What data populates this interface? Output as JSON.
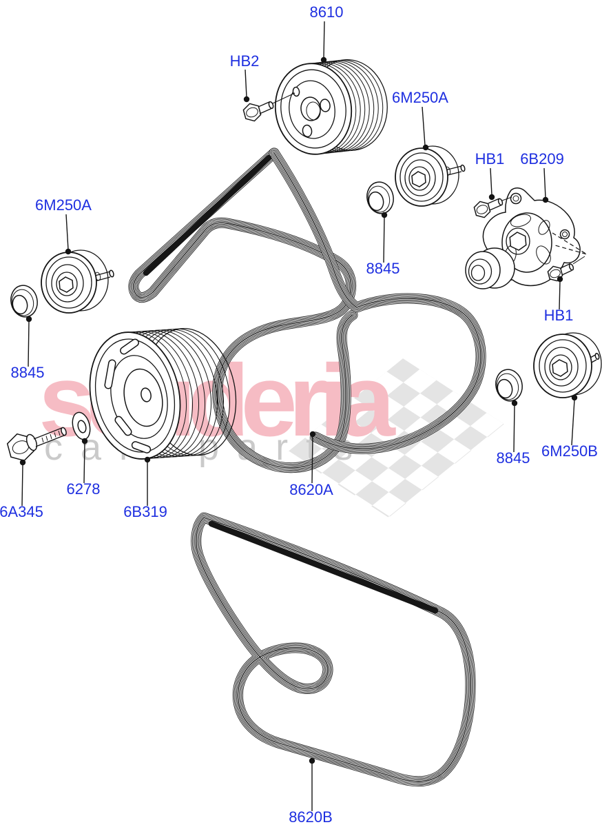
{
  "watermark": {
    "brand": "scuderia",
    "subtitle": "car parts"
  },
  "colors": {
    "label": "#1e2fe0",
    "line_art": "#141414",
    "watermark_brand": "#f6bcc4",
    "watermark_subtitle": "#cacaca",
    "checker": "#e4e4e4"
  },
  "labels": {
    "items": [
      {
        "text": "8610"
      },
      {
        "text": "HB2"
      },
      {
        "text": "6M250A"
      },
      {
        "text": "HB1"
      },
      {
        "text": "6B209"
      },
      {
        "text": "8845"
      },
      {
        "text": "6M250A"
      },
      {
        "text": "8845"
      },
      {
        "text": "6A345"
      },
      {
        "text": "6278"
      },
      {
        "text": "6B319"
      },
      {
        "text": "8620A"
      },
      {
        "text": "HB1"
      },
      {
        "text": "8845"
      },
      {
        "text": "6M250B"
      },
      {
        "text": "8620B"
      }
    ]
  }
}
